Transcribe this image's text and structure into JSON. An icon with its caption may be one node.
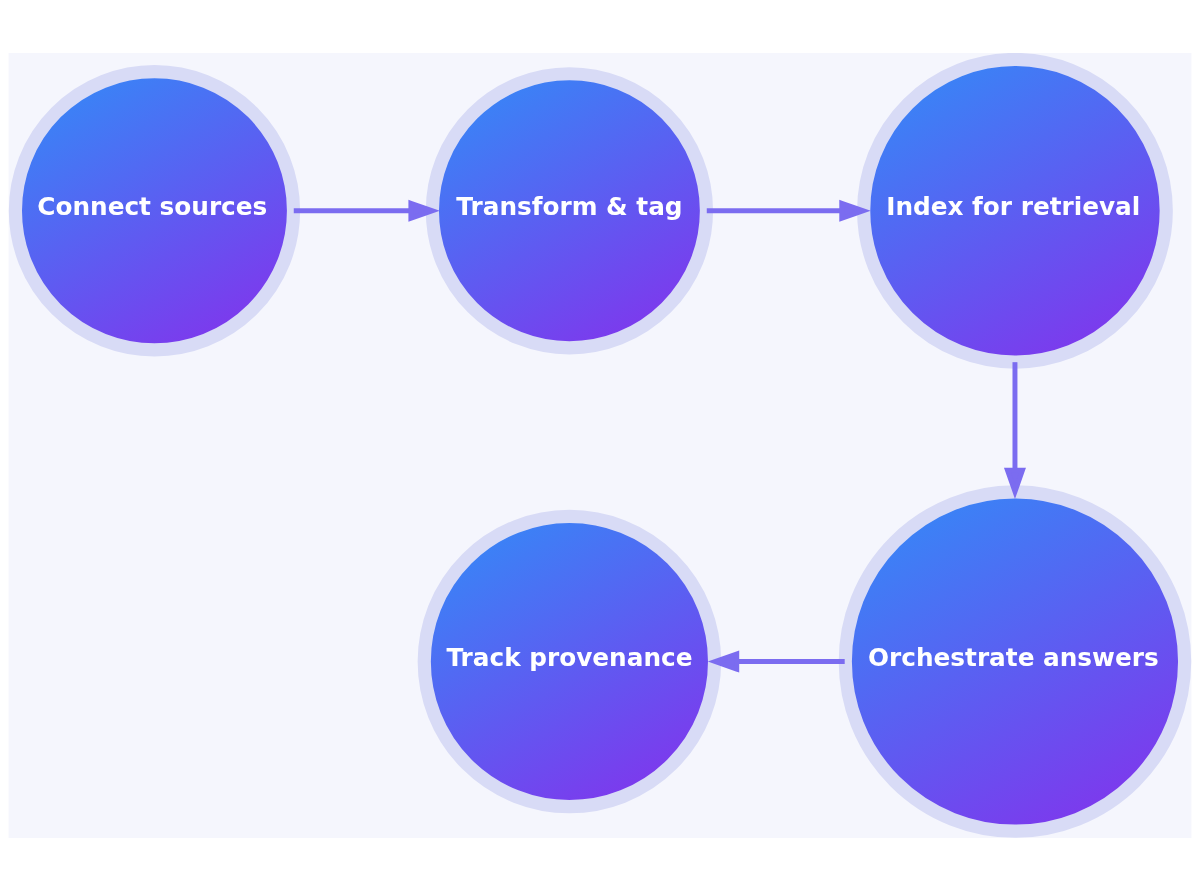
{
  "diagram": {
    "nodes": [
      {
        "text": [
          "Connect sources"
        ]
      },
      {
        "text": [
          "Transform & tag"
        ]
      },
      {
        "text": [
          "Index for retrieval"
        ]
      },
      {
        "text": [
          "Track provenance"
        ]
      },
      {
        "text": [
          "Orchestrate answers"
        ]
      }
    ],
    "edges": [
      {
        "from": 0,
        "to": 1,
        "arrow": "to"
      },
      {
        "from": 1,
        "to": 2,
        "arrow": "to"
      },
      {
        "from": 2,
        "to": 4,
        "arrow": "to"
      },
      {
        "from": 4,
        "to": 3,
        "arrow": "to"
      }
    ]
  }
}
